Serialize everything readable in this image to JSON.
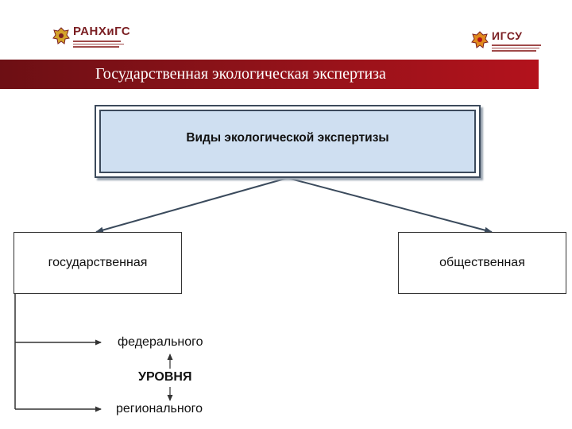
{
  "header": {
    "logo_left": {
      "name": "РАНХиГС",
      "icon": "eagle-crest-icon"
    },
    "logo_right": {
      "name": "ИГСУ",
      "icon": "eagle-crest-icon"
    },
    "title": "Государственная экологическая экспертиза"
  },
  "diagram": {
    "root": "Виды экологической экспертизы",
    "branches": [
      "государственная",
      "общественная"
    ],
    "levels": {
      "federal": "федерального",
      "word": "УРОВНЯ",
      "regional": "регионального"
    }
  },
  "colors": {
    "title_band": "#8d1219",
    "root_box_fill": "#cfdff1",
    "root_box_border": "#3c4a5c",
    "logo_accent": "#7a1e22"
  }
}
